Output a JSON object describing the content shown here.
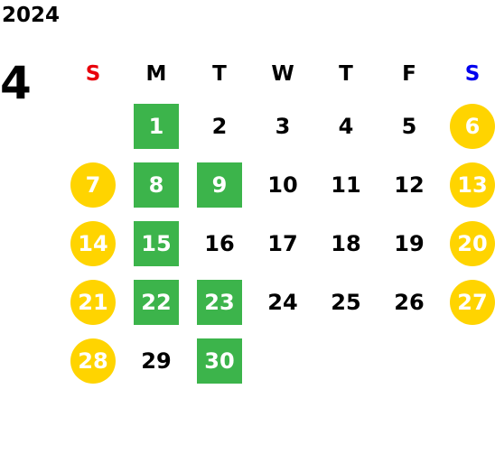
{
  "year": "2024",
  "month": "4",
  "weekdays": [
    {
      "label": "S",
      "color": "#e8000b"
    },
    {
      "label": "M",
      "color": "#000000"
    },
    {
      "label": "T",
      "color": "#000000"
    },
    {
      "label": "W",
      "color": "#000000"
    },
    {
      "label": "T",
      "color": "#000000"
    },
    {
      "label": "F",
      "color": "#000000"
    },
    {
      "label": "S",
      "color": "#0000ee"
    }
  ],
  "colors": {
    "holiday_bg": "#3cb44b",
    "weekend_bg": "#ffd400",
    "marked_text": "#ffffff"
  },
  "weeks": [
    [
      {
        "day": "",
        "type": "empty"
      },
      {
        "day": "1",
        "type": "holiday"
      },
      {
        "day": "2",
        "type": "normal"
      },
      {
        "day": "3",
        "type": "normal"
      },
      {
        "day": "4",
        "type": "normal"
      },
      {
        "day": "5",
        "type": "normal"
      },
      {
        "day": "6",
        "type": "weekend"
      }
    ],
    [
      {
        "day": "7",
        "type": "weekend"
      },
      {
        "day": "8",
        "type": "holiday"
      },
      {
        "day": "9",
        "type": "holiday"
      },
      {
        "day": "10",
        "type": "normal"
      },
      {
        "day": "11",
        "type": "normal"
      },
      {
        "day": "12",
        "type": "normal"
      },
      {
        "day": "13",
        "type": "weekend"
      }
    ],
    [
      {
        "day": "14",
        "type": "weekend"
      },
      {
        "day": "15",
        "type": "holiday"
      },
      {
        "day": "16",
        "type": "normal"
      },
      {
        "day": "17",
        "type": "normal"
      },
      {
        "day": "18",
        "type": "normal"
      },
      {
        "day": "19",
        "type": "normal"
      },
      {
        "day": "20",
        "type": "weekend"
      }
    ],
    [
      {
        "day": "21",
        "type": "weekend"
      },
      {
        "day": "22",
        "type": "holiday"
      },
      {
        "day": "23",
        "type": "holiday"
      },
      {
        "day": "24",
        "type": "normal"
      },
      {
        "day": "25",
        "type": "normal"
      },
      {
        "day": "26",
        "type": "normal"
      },
      {
        "day": "27",
        "type": "weekend"
      }
    ],
    [
      {
        "day": "28",
        "type": "weekend"
      },
      {
        "day": "29",
        "type": "normal"
      },
      {
        "day": "30",
        "type": "holiday"
      },
      {
        "day": "",
        "type": "empty"
      },
      {
        "day": "",
        "type": "empty"
      },
      {
        "day": "",
        "type": "empty"
      },
      {
        "day": "",
        "type": "empty"
      }
    ]
  ]
}
